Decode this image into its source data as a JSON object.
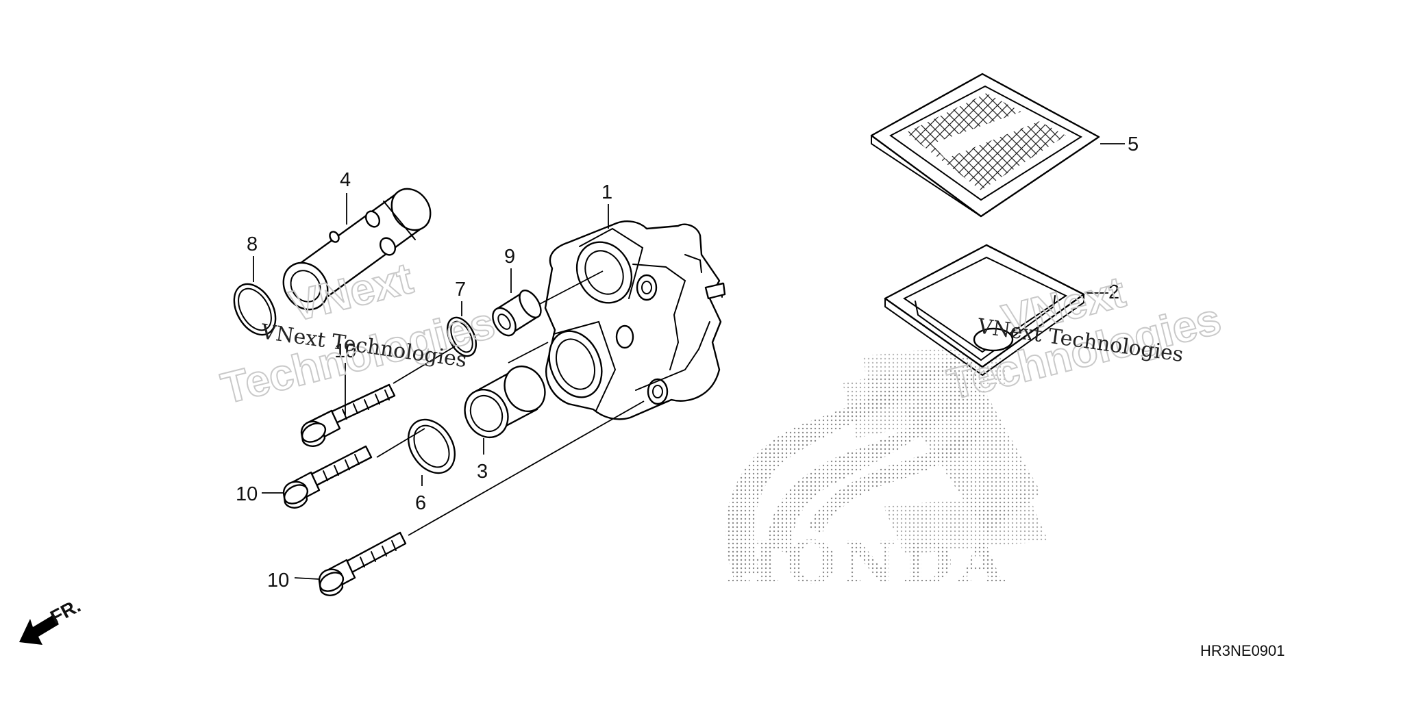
{
  "diagram": {
    "code": "HR3NE0901",
    "direction_label": "FR.",
    "brand_logo": "HONDA",
    "watermark": {
      "line1": "VNext",
      "line2": "Technologies",
      "caption": "VNext Technologies"
    },
    "callouts": {
      "c1": "1",
      "c2": "2",
      "c3": "3",
      "c4": "4",
      "c5": "5",
      "c6": "6",
      "c7": "7",
      "c8": "8",
      "c9": "9",
      "c10a": "10",
      "c10b": "10",
      "c10c": "10"
    }
  }
}
